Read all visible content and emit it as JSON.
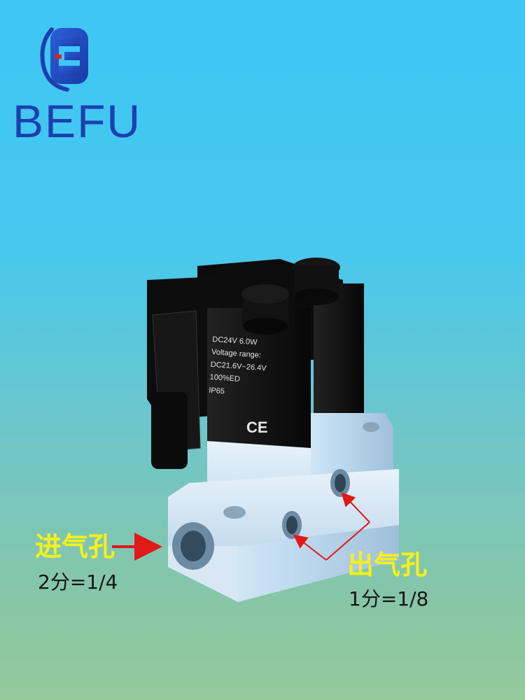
{
  "brand": {
    "name": "BEFU",
    "parts": [
      "B",
      "E",
      "F",
      "U"
    ],
    "colors": {
      "primary": "#1d3fb0",
      "accent": "#e01f1f"
    }
  },
  "coil": {
    "lines": [
      "DC24V 6.0W",
      "Voltage range:",
      "DC21.6V~26.4V",
      "100%ED",
      "IP65"
    ],
    "mark": "CE"
  },
  "annotations": {
    "inlet": {
      "label": "进气孔",
      "size": "2分=1/4"
    },
    "outlet": {
      "label": "出气孔",
      "size": "1分=1/8"
    },
    "colors": {
      "label": "#f6f01a",
      "arrow": "#e01818"
    }
  }
}
